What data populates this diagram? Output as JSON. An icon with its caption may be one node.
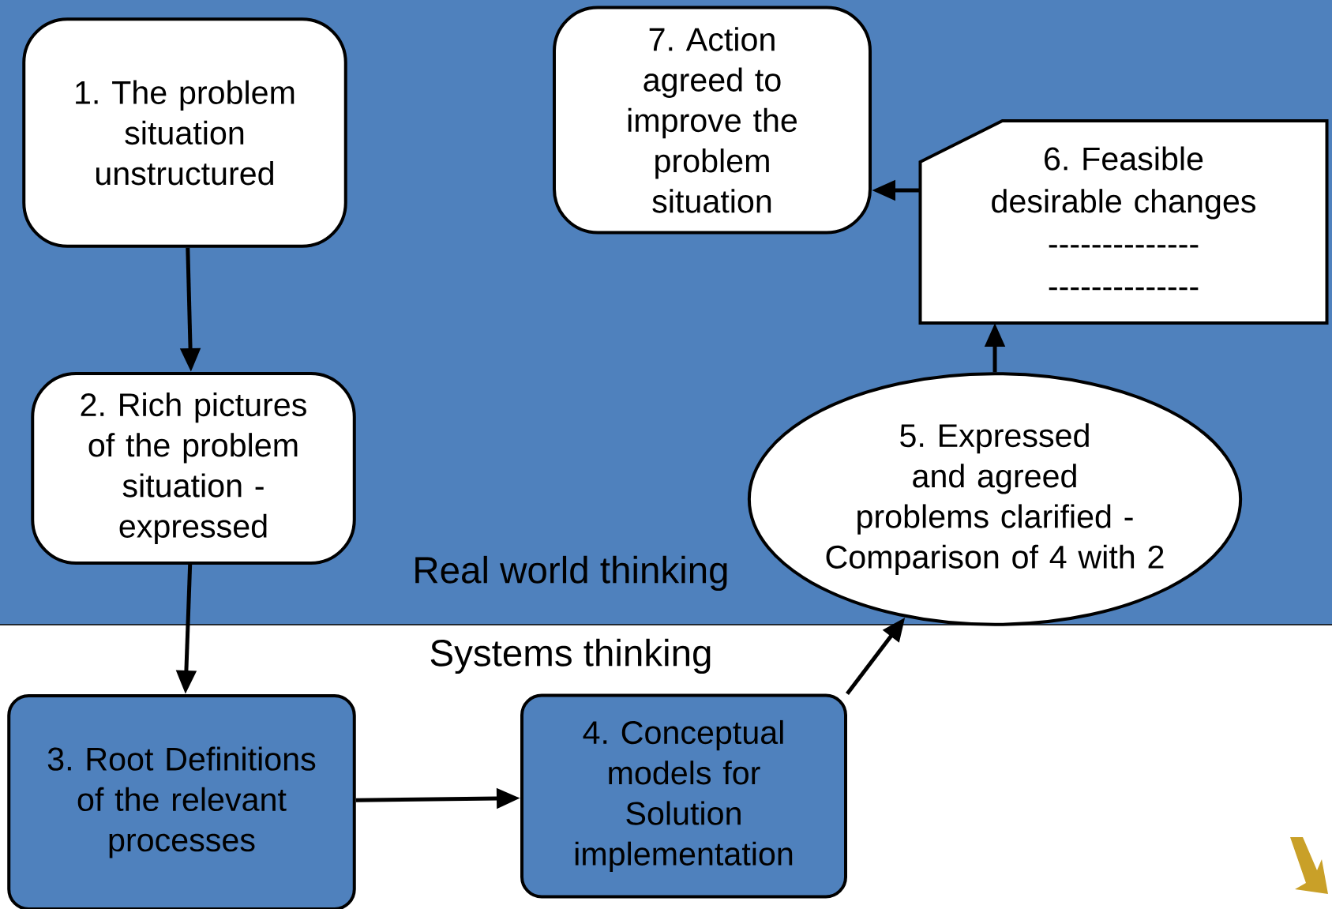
{
  "diagram": {
    "nodes": [
      {
        "text": [
          "1. The problem situation unstructured"
        ]
      },
      {
        "text": [
          "2. Rich pictures of the problem situation - expressed"
        ]
      },
      {
        "text": [
          "3. Root Definitions of the relevant processes"
        ]
      },
      {
        "text": [
          "4. Conceptual models for Solution implementation"
        ]
      },
      {
        "text": [
          "5. Expressed and agreed problems clarified - Comparison of 4 with 2"
        ]
      },
      {
        "text": [
          "6. Feasible desirable changes",
          "--------------",
          "--------------"
        ]
      },
      {
        "text": [
          "7. Action agreed to improve the problem situation"
        ]
      }
    ],
    "edges": [
      {
        "from": 0,
        "to": 1,
        "arrow": "to"
      },
      {
        "from": 1,
        "to": 2,
        "arrow": "to"
      },
      {
        "from": 2,
        "to": 3,
        "arrow": "to"
      },
      {
        "from": 3,
        "to": 4,
        "arrow": "to"
      },
      {
        "from": 4,
        "to": 5,
        "arrow": "to"
      },
      {
        "from": 5,
        "to": 6,
        "arrow": "to"
      }
    ],
    "labels": [
      "Real world thinking",
      "Systems thinking"
    ]
  }
}
